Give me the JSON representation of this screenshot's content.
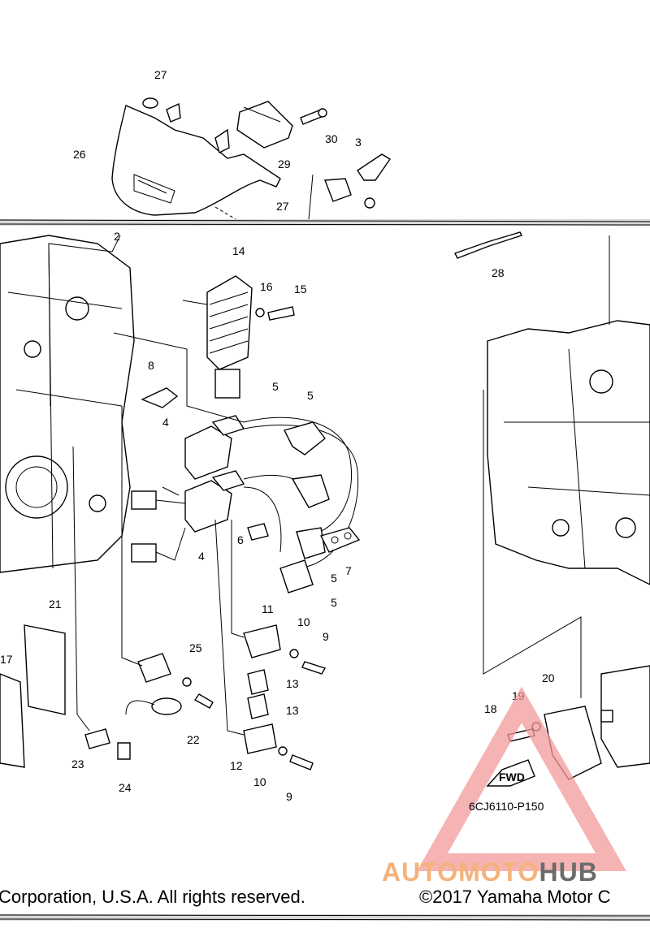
{
  "diagram": {
    "part_numbers": [
      "27",
      "26",
      "29",
      "30",
      "3",
      "27",
      "2",
      "14",
      "16",
      "15",
      "28",
      "8",
      "5",
      "5",
      "4",
      "6",
      "7",
      "4",
      "5",
      "5",
      "21",
      "11",
      "10",
      "9",
      "13",
      "25",
      "13",
      "22",
      "17",
      "23",
      "24",
      "12",
      "10",
      "9",
      "20",
      "19",
      "18"
    ],
    "diagram_code": "6CJ6110-P150",
    "fwd_label": "FWD"
  },
  "footer": {
    "left_text": "Corporation, U.S.A. All rights reserved.",
    "right_text": "©2017 Yamaha Motor C"
  },
  "watermark": {
    "text_colored": "AUTOMOTO",
    "text_gray": "HUB",
    "triangle_color": "#f29a9a",
    "text_color": "#f5b27a"
  }
}
